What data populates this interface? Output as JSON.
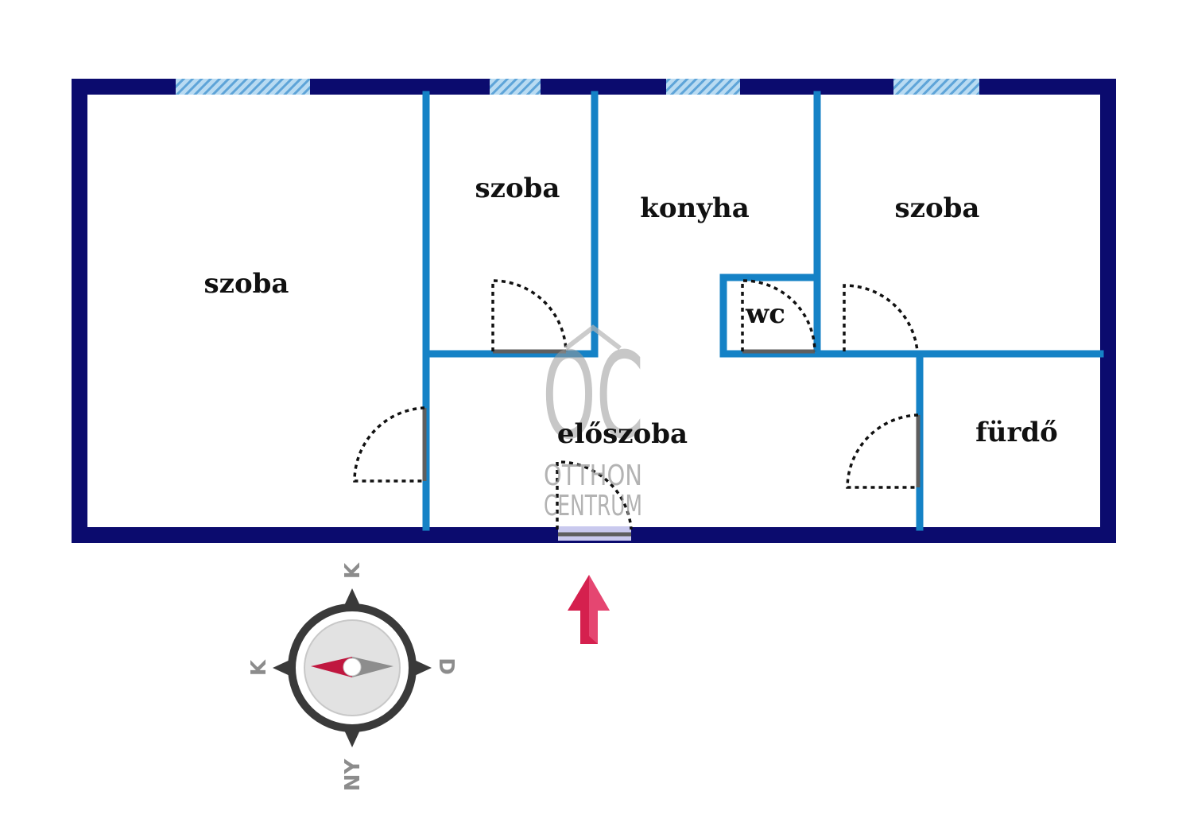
{
  "rooms": {
    "room_left": "szoba",
    "room_small": "szoba",
    "kitchen": "konyha",
    "room_right": "szoba",
    "wc": "wc",
    "hall": "előszoba",
    "bath": "fürdő"
  },
  "watermark": {
    "logo": "OC",
    "line1": "OTTHON",
    "line2": "CENTRUM"
  },
  "compass": {
    "top": "K",
    "left": "K",
    "right": "D",
    "bottom": "NY"
  },
  "colors": {
    "outer_wall": "#0b0b6e",
    "inner_wall": "#1582c6",
    "window": "#8fc3e8",
    "entrance_arrow": "#d5204e",
    "compass_ring": "#3a3a3a",
    "compass_face": "#e2e2e2",
    "needle_north": "#c0173f",
    "needle_south": "#8d8d8d"
  }
}
